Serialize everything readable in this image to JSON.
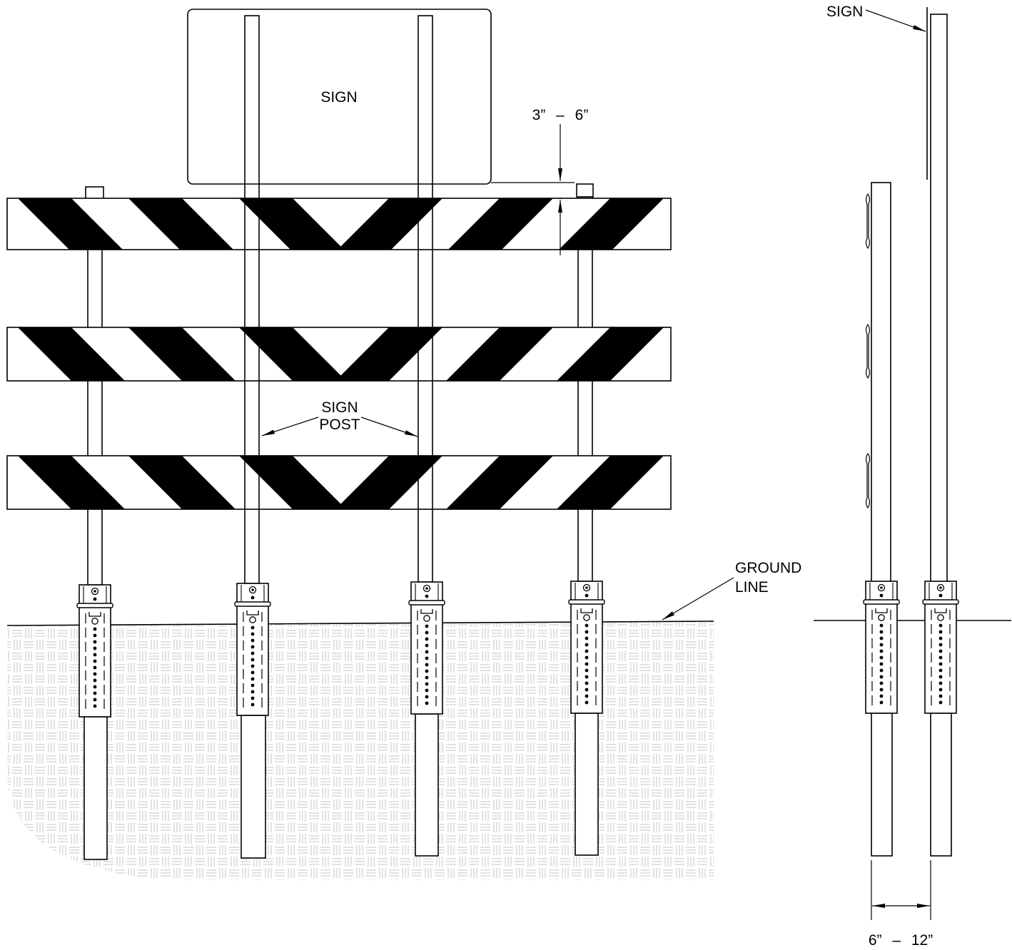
{
  "front_view": {
    "sign_label": "SIGN",
    "clearance_dimension": "3” – 6”",
    "sign_post_label": [
      "SIGN",
      "POST"
    ],
    "ground_line_label": [
      "GROUND",
      "LINE"
    ]
  },
  "side_view": {
    "sign_label": "SIGN",
    "spacing_dimension": "6” – 12”"
  }
}
